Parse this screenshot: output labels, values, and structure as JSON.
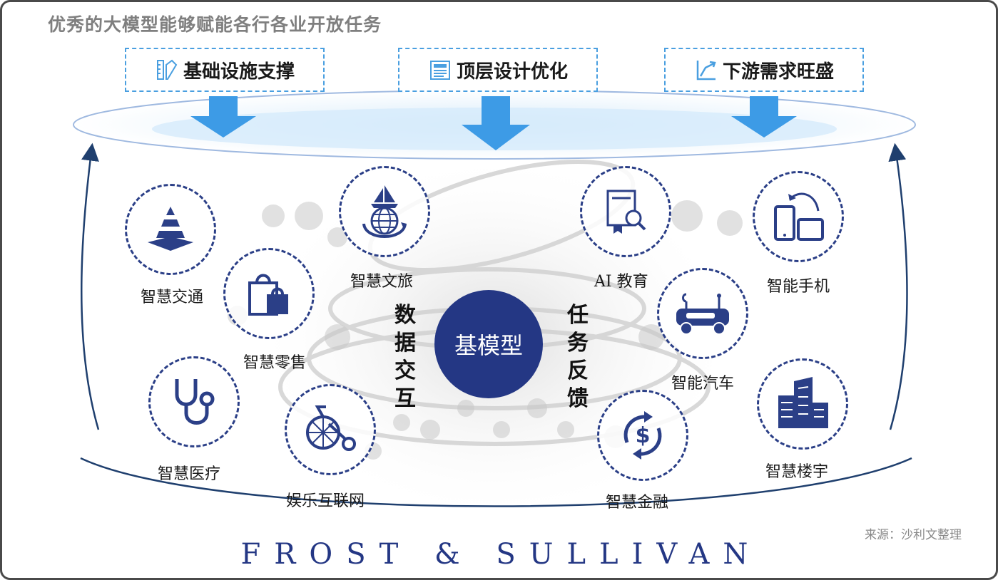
{
  "title": "优秀的大模型能够赋能各行各业开放任务",
  "banners": [
    {
      "label": "基础设施支撑",
      "icon": "ruler-pencil-icon"
    },
    {
      "label": "顶层设计优化",
      "icon": "document-icon"
    },
    {
      "label": "下游需求旺盛",
      "icon": "growth-chart-icon"
    }
  ],
  "core": {
    "label": "基模型"
  },
  "left_vertical": [
    "数",
    "据",
    "交",
    "互"
  ],
  "right_vertical": [
    "任",
    "务",
    "反",
    "馈"
  ],
  "nodes": {
    "traffic": {
      "label": "智慧交通",
      "icon": "traffic-cone-icon"
    },
    "retail": {
      "label": "智慧零售",
      "icon": "shopping-bag-icon"
    },
    "tourism": {
      "label": "智慧文旅",
      "icon": "globe-sailboat-icon"
    },
    "education": {
      "label": "AI 教育",
      "icon": "certificate-search-icon"
    },
    "phone": {
      "label": "智能手机",
      "icon": "phone-tablet-icon"
    },
    "car": {
      "label": "智能汽车",
      "icon": "robot-car-icon"
    },
    "medical": {
      "label": "智慧医疗",
      "icon": "stethoscope-icon"
    },
    "entertainment": {
      "label": "娱乐互联网",
      "icon": "bicycle-icon"
    },
    "finance": {
      "label": "智慧金融",
      "icon": "dollar-cycle-icon"
    },
    "building": {
      "label": "智慧楼宇",
      "icon": "buildings-icon"
    }
  },
  "source": "来源：沙利文整理",
  "brand": "FROST & SULLIVAN",
  "colors": {
    "navy": "#243784",
    "accent_blue": "#4a9fe0",
    "arrow_blue": "#3d9be6"
  }
}
